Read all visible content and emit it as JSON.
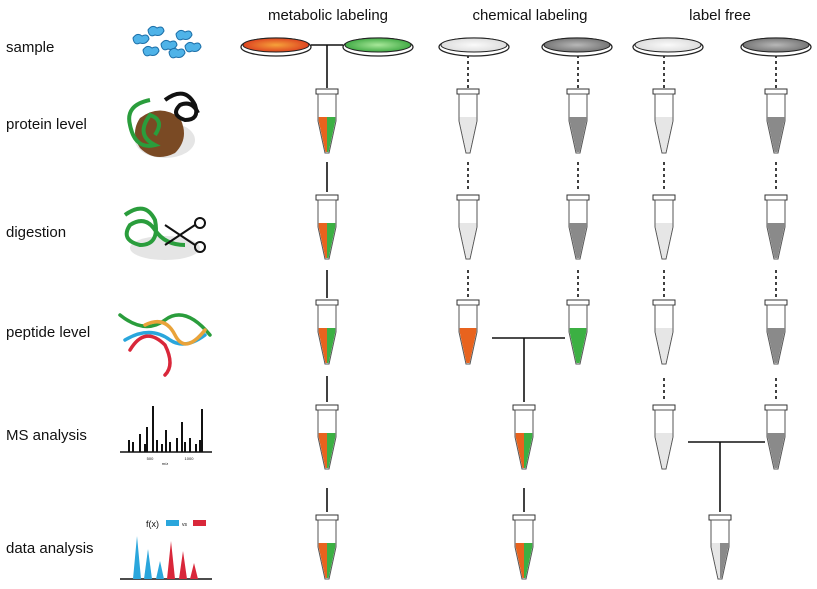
{
  "columns": [
    {
      "title": "metabolic labeling"
    },
    {
      "title": "chemical labeling"
    },
    {
      "title": "label free"
    }
  ],
  "rows": [
    {
      "label": "sample",
      "icon": "cells-icon"
    },
    {
      "label": "protein level",
      "icon": "protein-icon"
    },
    {
      "label": "digestion",
      "icon": "scissors-icon"
    },
    {
      "label": "peptide level",
      "icon": "peptides-icon"
    },
    {
      "label": "MS analysis",
      "icon": "mass-spectrum-icon"
    },
    {
      "label": "data analysis",
      "icon": "quantification-icon"
    }
  ],
  "ms_axis": {
    "ticks": [
      "500",
      "1000"
    ],
    "label": "m/z"
  },
  "data_icon": {
    "fx": "f(x)",
    "vs": "vs"
  },
  "colors": {
    "orange": "#e8631e",
    "green": "#3cb043",
    "light": "#e6e6e6",
    "gray": "#8a8a8a",
    "blue": "#2aa6dc",
    "red": "#d9273a"
  }
}
